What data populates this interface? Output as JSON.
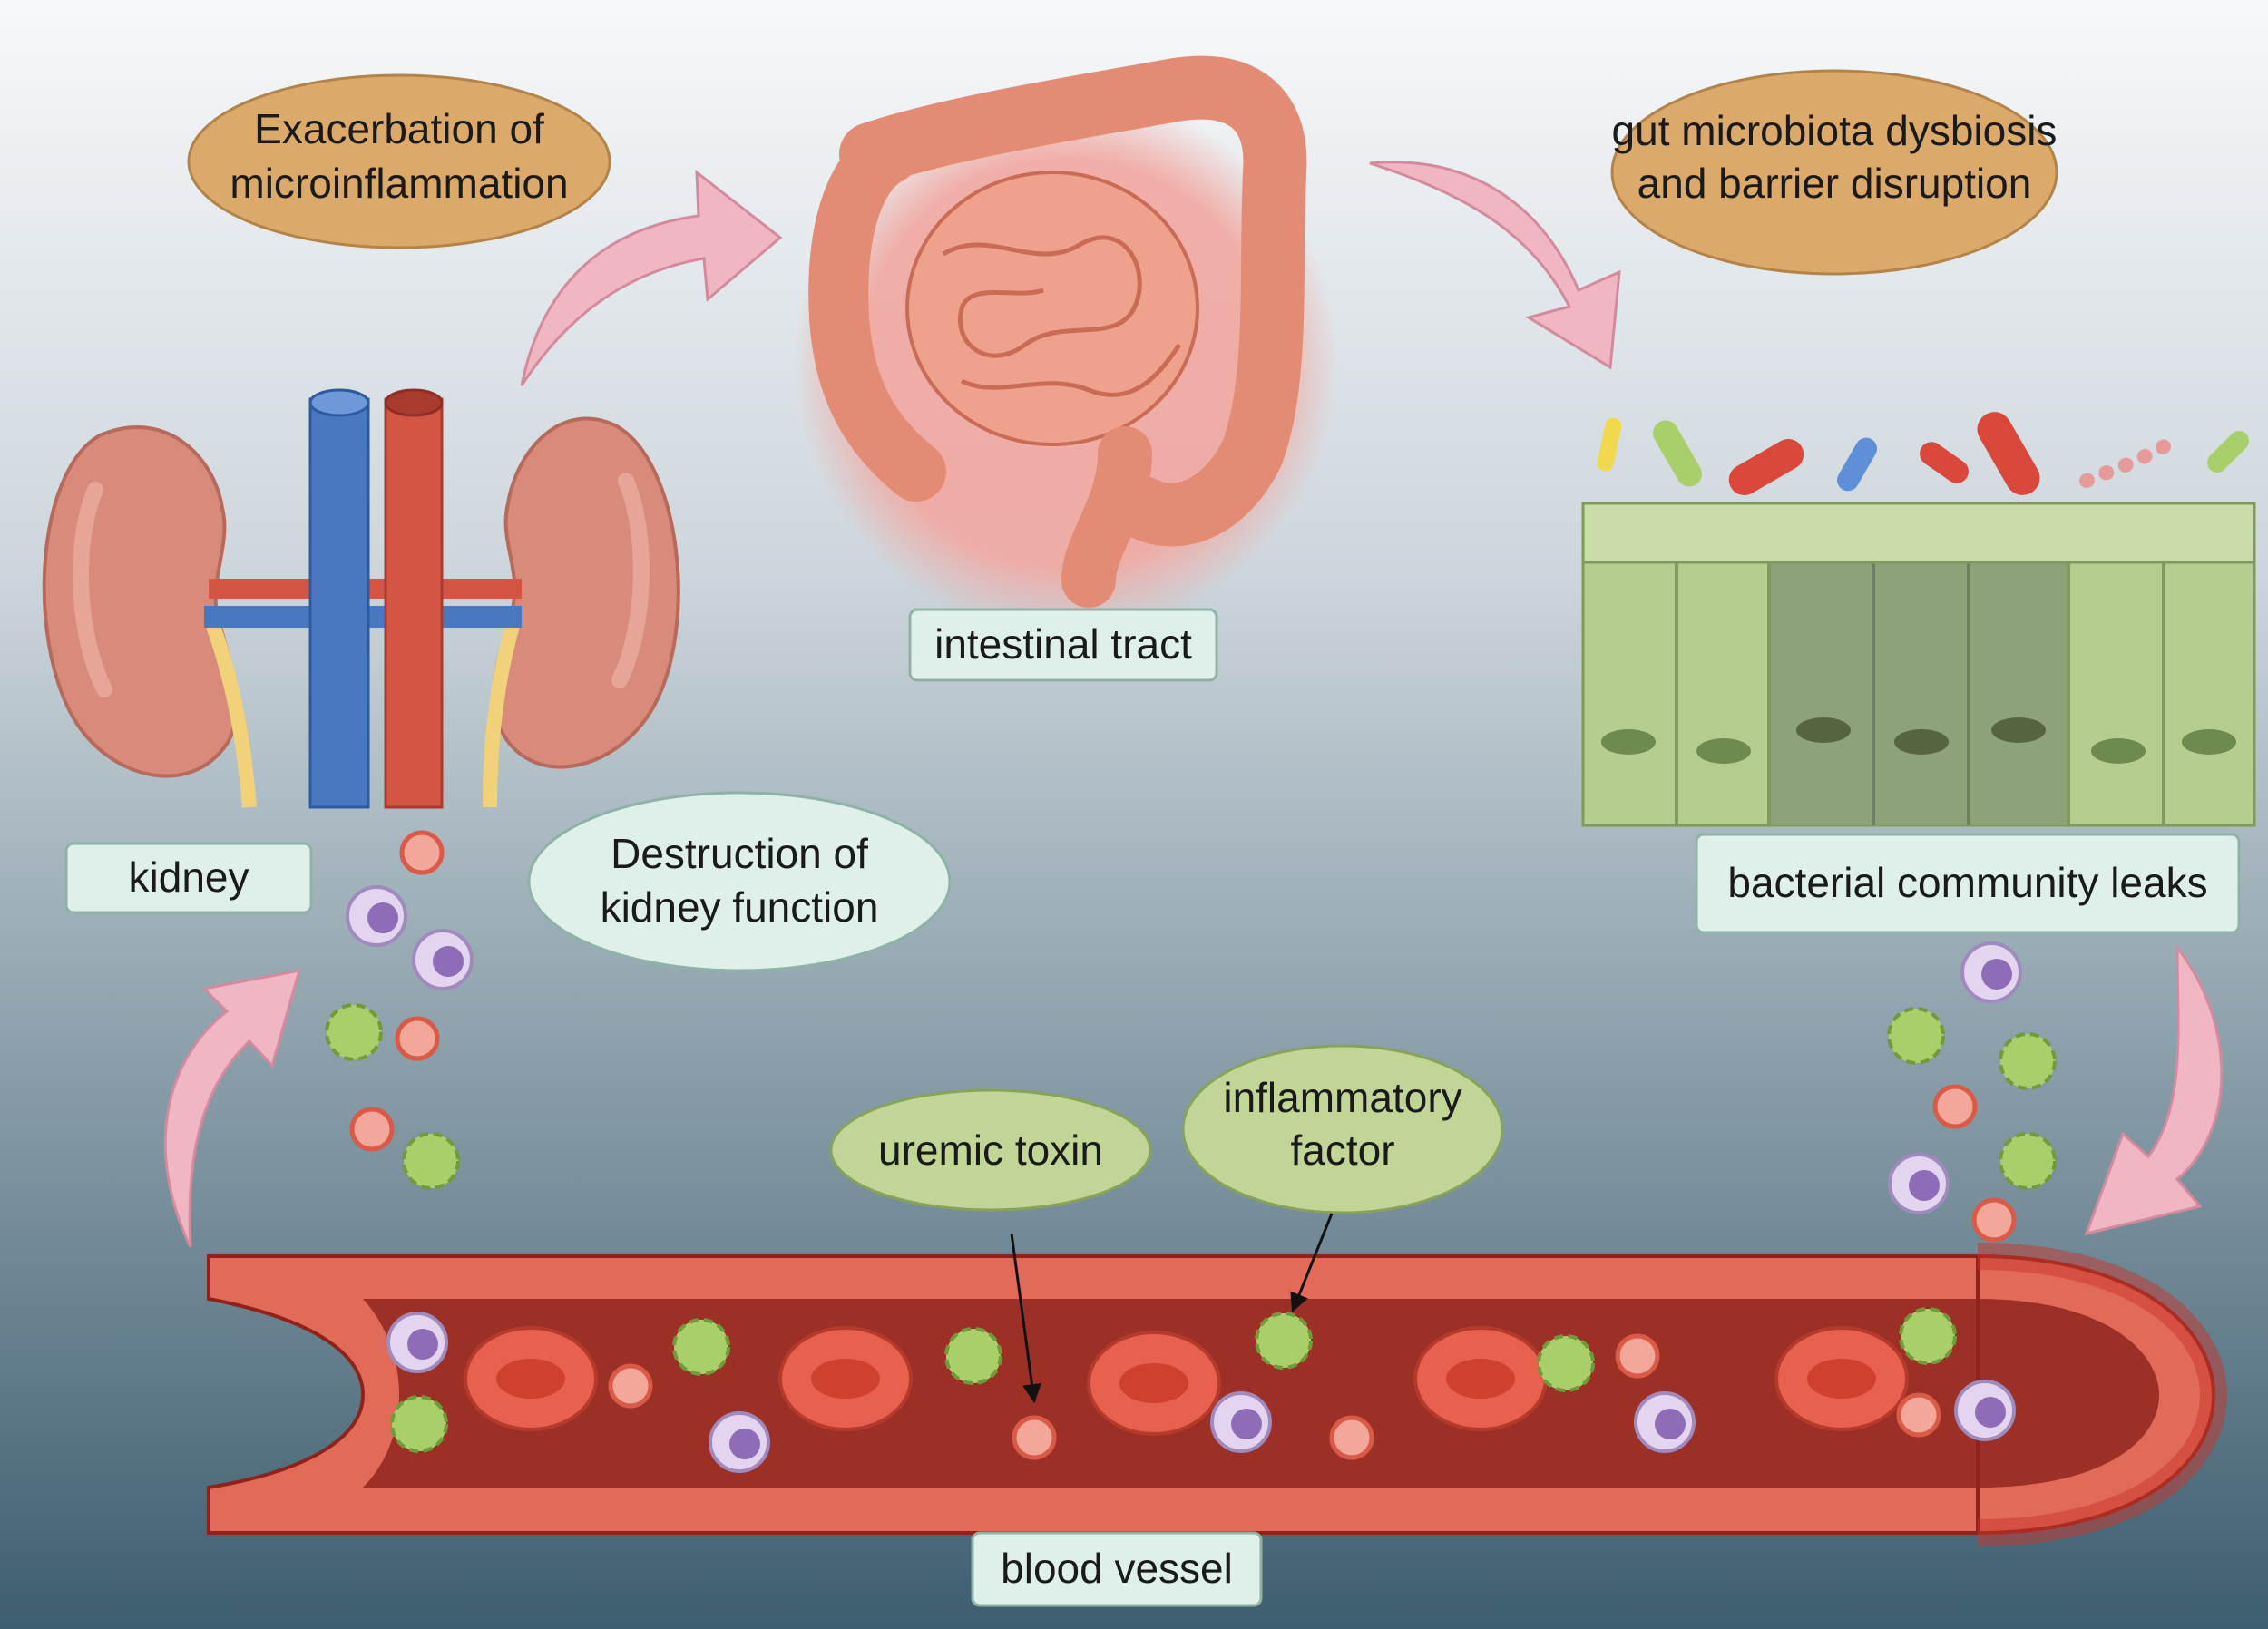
{
  "labels": {
    "exacerbation": [
      "Exacerbation of",
      "microinflammation"
    ],
    "intestinal_tract": "intestinal tract",
    "gut_microbiota": [
      "gut microbiota dysbiosis",
      "and barrier disruption"
    ],
    "kidney": "kidney",
    "destruction": [
      "Destruction of",
      "kidney function"
    ],
    "bacterial_leaks": "bacterial community leaks",
    "uremic_toxin": "uremic toxin",
    "inflammatory_factor": [
      "inflammatory",
      "factor"
    ],
    "blood_vessel": "blood vessel"
  },
  "colors": {
    "bg_top": "#f6f7f9",
    "bg_bottom": "#3f6072",
    "ellipse_orange": "#dba96a",
    "ellipse_mint": "#dff0ea",
    "ellipse_green": "#c0d596",
    "box_mint": "#dff0ea",
    "arrow_pink": "#f1b6c3",
    "vessel_red": "#c8362d",
    "vessel_wall": "#e26a58",
    "kidney": "#d98b7b",
    "vein_blue": "#4a78c0",
    "artery_red": "#d45544",
    "intestine": "#e6917a",
    "epithelium": "#b5cd8e",
    "epithelium_dark": "#8ea27a"
  },
  "icons": [
    "kidney-icon",
    "intestine-icon",
    "epithelium-icon",
    "bacteria-icon",
    "blood-vessel-icon",
    "red-blood-cell-icon",
    "leukocyte-icon",
    "inflammatory-factor-icon"
  ]
}
